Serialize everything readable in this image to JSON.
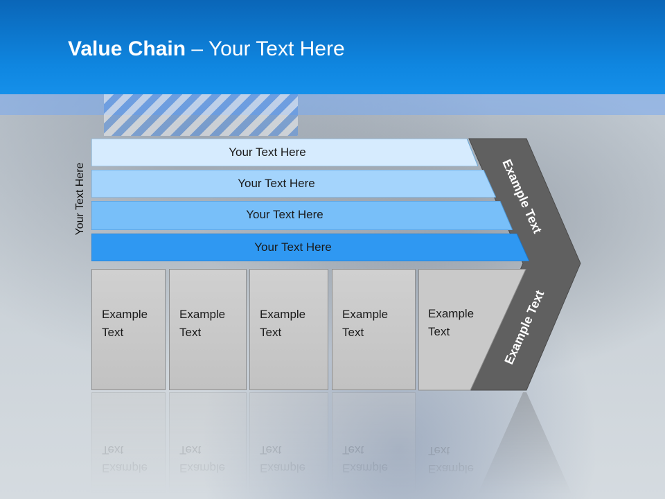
{
  "slide": {
    "title_bold": "Value Chain",
    "title_rest": " – Your Text Here"
  },
  "side_label": "Your Text Here",
  "bars": [
    {
      "label": "Your Text Here",
      "color": "#d6ebfe"
    },
    {
      "label": "Your Text Here",
      "color": "#a4d4fc"
    },
    {
      "label": "Your Text Here",
      "color": "#78bff9"
    },
    {
      "label": "Your Text Here",
      "color": "#2f98f2"
    }
  ],
  "boxes": [
    {
      "line1": "Example",
      "line2": "Text"
    },
    {
      "line1": "Example",
      "line2": "Text"
    },
    {
      "line1": "Example",
      "line2": "Text"
    },
    {
      "line1": "Example",
      "line2": "Text"
    },
    {
      "line1": "Example",
      "line2": "Text"
    }
  ],
  "chevron": {
    "top_label": "Example Text",
    "bottom_label": "Example Text",
    "color": "#606060"
  },
  "colors": {
    "header": "#0f86e0"
  }
}
